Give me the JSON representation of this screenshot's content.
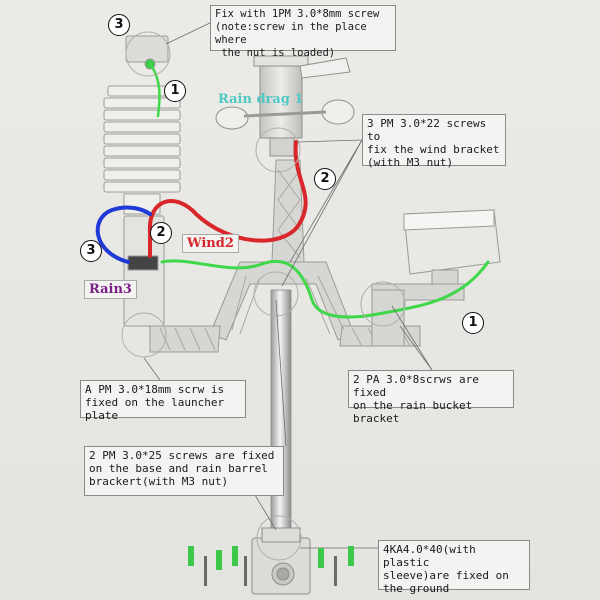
{
  "notes": {
    "top_screw": "Fix with 1PM 3.0*8mm screw\n(note:screw in the place where\n the nut is loaded)",
    "wind_bracket": "3 PM 3.0*22 screws to\nfix the wind bracket\n(with M3 nut)",
    "launcher_plate": "A PM 3.0*18mm scrw is\nfixed on the launcher plate",
    "rain_bucket": "2 PA 3.0*8scrws are fixed\non the rain bucket bracket",
    "base_barrel": "2 PM 3.0*25 screws are fixed\non the base and rain barrel\nbrackert(with M3 nut)",
    "ground": "4KA4.0*40(with plastic\nsleeve)are fixed on\nthe ground"
  },
  "labels": {
    "rain_drag": "Rain drag 1",
    "wind2": "Wind2",
    "rain3": "Rain3"
  },
  "callouts": {
    "top_left": "3",
    "top_sensor": "1",
    "vane_cable": "2",
    "junction": "2",
    "left_cable": "3",
    "right_cable": "1"
  },
  "colors": {
    "cable_red": "#d8262a",
    "cable_blue": "#1f3ad6",
    "cable_green": "#3fd84a",
    "plastic": "#d8d8d4",
    "label_teal": "#4fc9c4",
    "label_red": "#d8262a",
    "label_purple": "#7a1f86"
  }
}
